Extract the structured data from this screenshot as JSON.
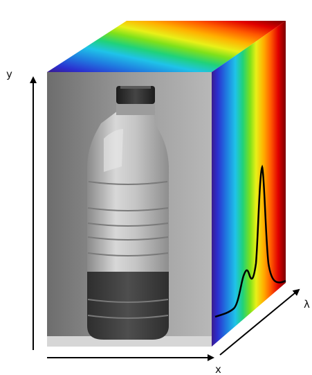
{
  "axes": {
    "y_label": "y",
    "x_label": "x",
    "lambda_label": "λ"
  },
  "image": {
    "subject": "bottle-photo",
    "tone": "grayscale"
  },
  "spectrum": {
    "colors": [
      "#3a1b8f",
      "#2b2fd0",
      "#1f7be0",
      "#1fc3e8",
      "#20d27a",
      "#7fe11a",
      "#e8f018",
      "#ffb000",
      "#ff5a00",
      "#e00000",
      "#7a0000"
    ]
  }
}
